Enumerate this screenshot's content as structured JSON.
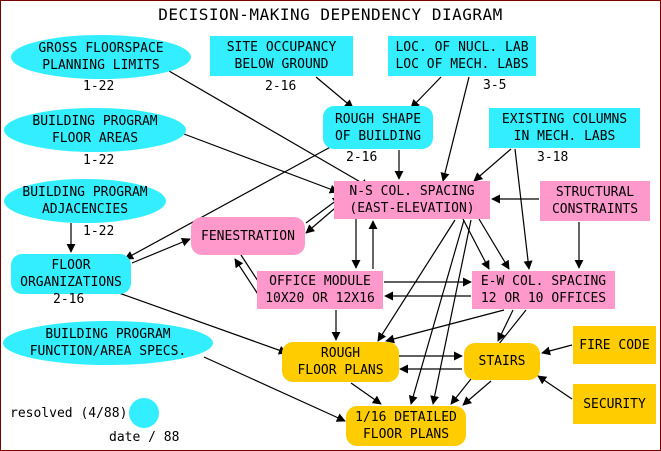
{
  "title": "DECISION-MAKING DEPENDENCY DIAGRAM",
  "colors": {
    "resolved": "#33eeff",
    "intermediate": "#ff99cc",
    "output": "#ffcc00",
    "edge": "#000000",
    "frame": "#7a0000"
  },
  "nodes": {
    "gross_floorspace": {
      "line1": "GROSS FLOORSPACE",
      "line2": "PLANNING LIMITS",
      "date": "1-22"
    },
    "site_occupancy": {
      "line1": "SITE OCCUPANCY",
      "line2": "BELOW GROUND",
      "date": "2-16"
    },
    "loc_labs": {
      "line1": "LOC. OF NUCL. LAB",
      "line2": "LOC OF MECH. LABS",
      "date": "3-5"
    },
    "program_areas": {
      "line1": "BUILDING PROGRAM",
      "line2": "FLOOR AREAS",
      "date": "1-22"
    },
    "rough_shape": {
      "line1": "ROUGH SHAPE",
      "line2": "OF BUILDING",
      "date": "2-16"
    },
    "existing_columns": {
      "line1": "EXISTING COLUMNS",
      "line2": "IN MECH. LABS",
      "date": "3-18"
    },
    "program_adjacencies": {
      "line1": "BUILDING PROGRAM",
      "line2": "ADJACENCIES",
      "date": "1-22"
    },
    "ns_spacing": {
      "line1": "N-S COL. SPACING",
      "line2": "(EAST-ELEVATION)"
    },
    "structural": {
      "line1": "STRUCTURAL",
      "line2": "CONSTRAINTS"
    },
    "fenestration": {
      "line1": "FENESTRATION"
    },
    "floor_orgs": {
      "line1": "FLOOR",
      "line2": "ORGANIZATIONS",
      "date": "2-16"
    },
    "office_module": {
      "line1": "OFFICE MODULE",
      "line2": "10X20 OR 12X16"
    },
    "ew_spacing": {
      "line1": "E-W COL. SPACING",
      "line2": "12 OR 10 OFFICES"
    },
    "program_function": {
      "line1": "BUILDING PROGRAM",
      "line2": "FUNCTION/AREA SPECS."
    },
    "rough_plans": {
      "line1": "ROUGH",
      "line2": "FLOOR PLANS"
    },
    "stairs": {
      "line1": "STAIRS"
    },
    "fire_code": {
      "line1": "FIRE CODE"
    },
    "detailed_plans": {
      "line1": "1/16 DETAILED",
      "line2": "FLOOR PLANS"
    },
    "security": {
      "line1": "SECURITY"
    }
  },
  "legend": {
    "resolved": "resolved (4/88)",
    "date": "date / 88"
  }
}
